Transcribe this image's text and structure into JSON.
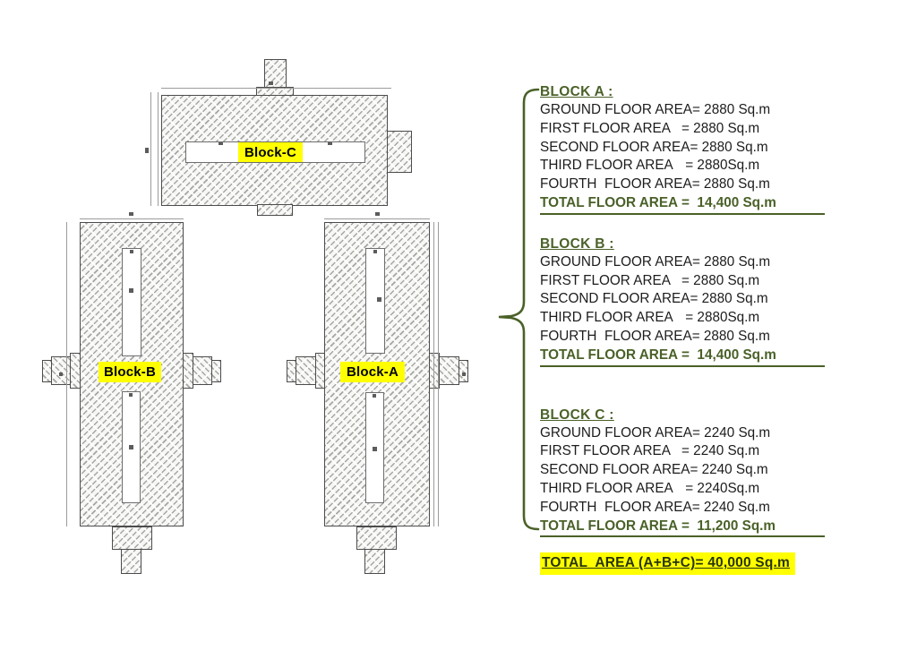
{
  "diagram": {
    "block_labels": {
      "block_c": "Block-C",
      "block_b": "Block-B",
      "block_a": "Block-A"
    }
  },
  "summary": {
    "block_a": {
      "title": "BLOCK A :",
      "rows": [
        {
          "label": "GROUND FLOOR AREA",
          "value": "= 2880 Sq.m"
        },
        {
          "label": "FIRST FLOOR AREA",
          "value": "= 2880 Sq.m"
        },
        {
          "label": "SECOND FLOOR AREA",
          "value": "= 2880 Sq.m"
        },
        {
          "label": "THIRD FLOOR AREA",
          "value": " = 2880Sq.m"
        },
        {
          "label": "FOURTH  FLOOR AREA",
          "value": "= 2880 Sq.m"
        }
      ],
      "total_label": "TOTAL FLOOR AREA",
      "total_value": "=  14,400 Sq.m"
    },
    "block_b": {
      "title": "BLOCK B :",
      "rows": [
        {
          "label": "GROUND FLOOR AREA",
          "value": "= 2880 Sq.m"
        },
        {
          "label": "FIRST FLOOR AREA",
          "value": "= 2880 Sq.m"
        },
        {
          "label": "SECOND FLOOR AREA",
          "value": "= 2880 Sq.m"
        },
        {
          "label": "THIRD FLOOR AREA",
          "value": " = 2880Sq.m"
        },
        {
          "label": "FOURTH  FLOOR AREA",
          "value": "= 2880 Sq.m"
        }
      ],
      "total_label": "TOTAL FLOOR AREA",
      "total_value": "=  14,400 Sq.m"
    },
    "block_c": {
      "title": "BLOCK C :",
      "rows": [
        {
          "label": "GROUND FLOOR AREA",
          "value": "= 2240 Sq.m"
        },
        {
          "label": "FIRST FLOOR AREA",
          "value": "= 2240 Sq.m"
        },
        {
          "label": "SECOND FLOOR AREA",
          "value": "= 2240 Sq.m"
        },
        {
          "label": "THIRD FLOOR AREA",
          "value": " = 2240Sq.m"
        },
        {
          "label": "FOURTH  FLOOR AREA",
          "value": "= 2240 Sq.m"
        }
      ],
      "total_label": "TOTAL FLOOR AREA",
      "total_value": "=  11,200 Sq.m"
    },
    "grand_total": "TOTAL  AREA (A+B+C)= 40,000 Sq.m"
  },
  "colors": {
    "highlight": "#ffff00",
    "accent_green": "#4a6128"
  }
}
